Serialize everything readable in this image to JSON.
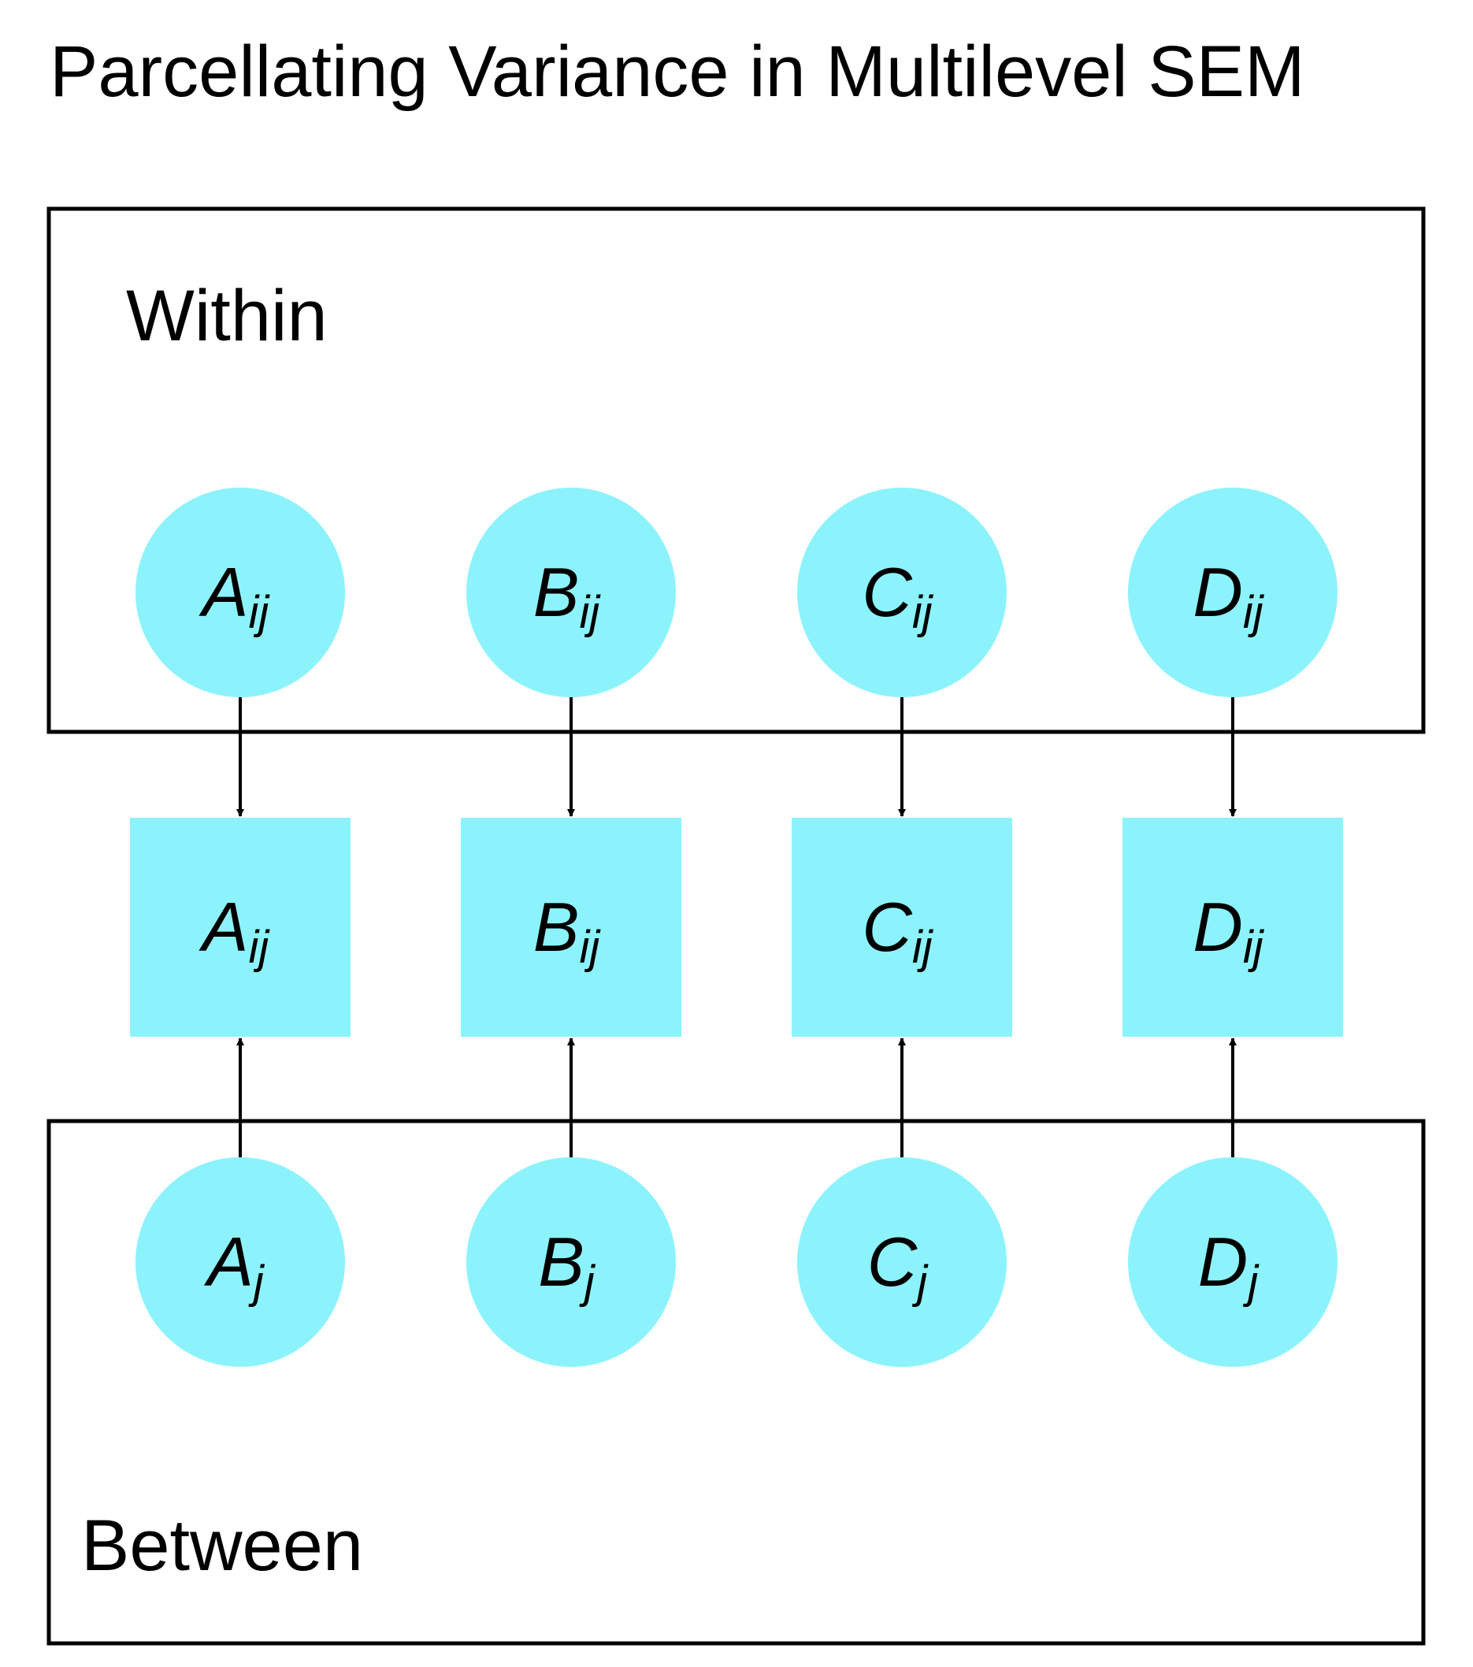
{
  "title": "Parcellating Variance in Multilevel SEM",
  "panels": {
    "within": {
      "label": "Within"
    },
    "between": {
      "label": "Between"
    }
  },
  "colors": {
    "node_fill": "#8cf3fd",
    "stroke": "#000000",
    "text": "#000000",
    "background": "#ffffff"
  },
  "columns": [
    {
      "within_node": {
        "letter": "A",
        "sub": "ij"
      },
      "observed_node": {
        "letter": "A",
        "sub": "ij"
      },
      "between_node": {
        "letter": "A",
        "sub": "j"
      }
    },
    {
      "within_node": {
        "letter": "B",
        "sub": "ij"
      },
      "observed_node": {
        "letter": "B",
        "sub": "ij"
      },
      "between_node": {
        "letter": "B",
        "sub": "j"
      }
    },
    {
      "within_node": {
        "letter": "C",
        "sub": "ij"
      },
      "observed_node": {
        "letter": "C",
        "sub": "ij"
      },
      "between_node": {
        "letter": "C",
        "sub": "j"
      }
    },
    {
      "within_node": {
        "letter": "D",
        "sub": "ij"
      },
      "observed_node": {
        "letter": "D",
        "sub": "ij"
      },
      "between_node": {
        "letter": "D",
        "sub": "j"
      }
    }
  ],
  "edges": [
    {
      "from": "within-node-a",
      "to": "observed-node-a"
    },
    {
      "from": "within-node-b",
      "to": "observed-node-b"
    },
    {
      "from": "within-node-c",
      "to": "observed-node-c"
    },
    {
      "from": "within-node-d",
      "to": "observed-node-d"
    },
    {
      "from": "between-node-a",
      "to": "observed-node-a"
    },
    {
      "from": "between-node-b",
      "to": "observed-node-b"
    },
    {
      "from": "between-node-c",
      "to": "observed-node-c"
    },
    {
      "from": "between-node-d",
      "to": "observed-node-d"
    }
  ]
}
